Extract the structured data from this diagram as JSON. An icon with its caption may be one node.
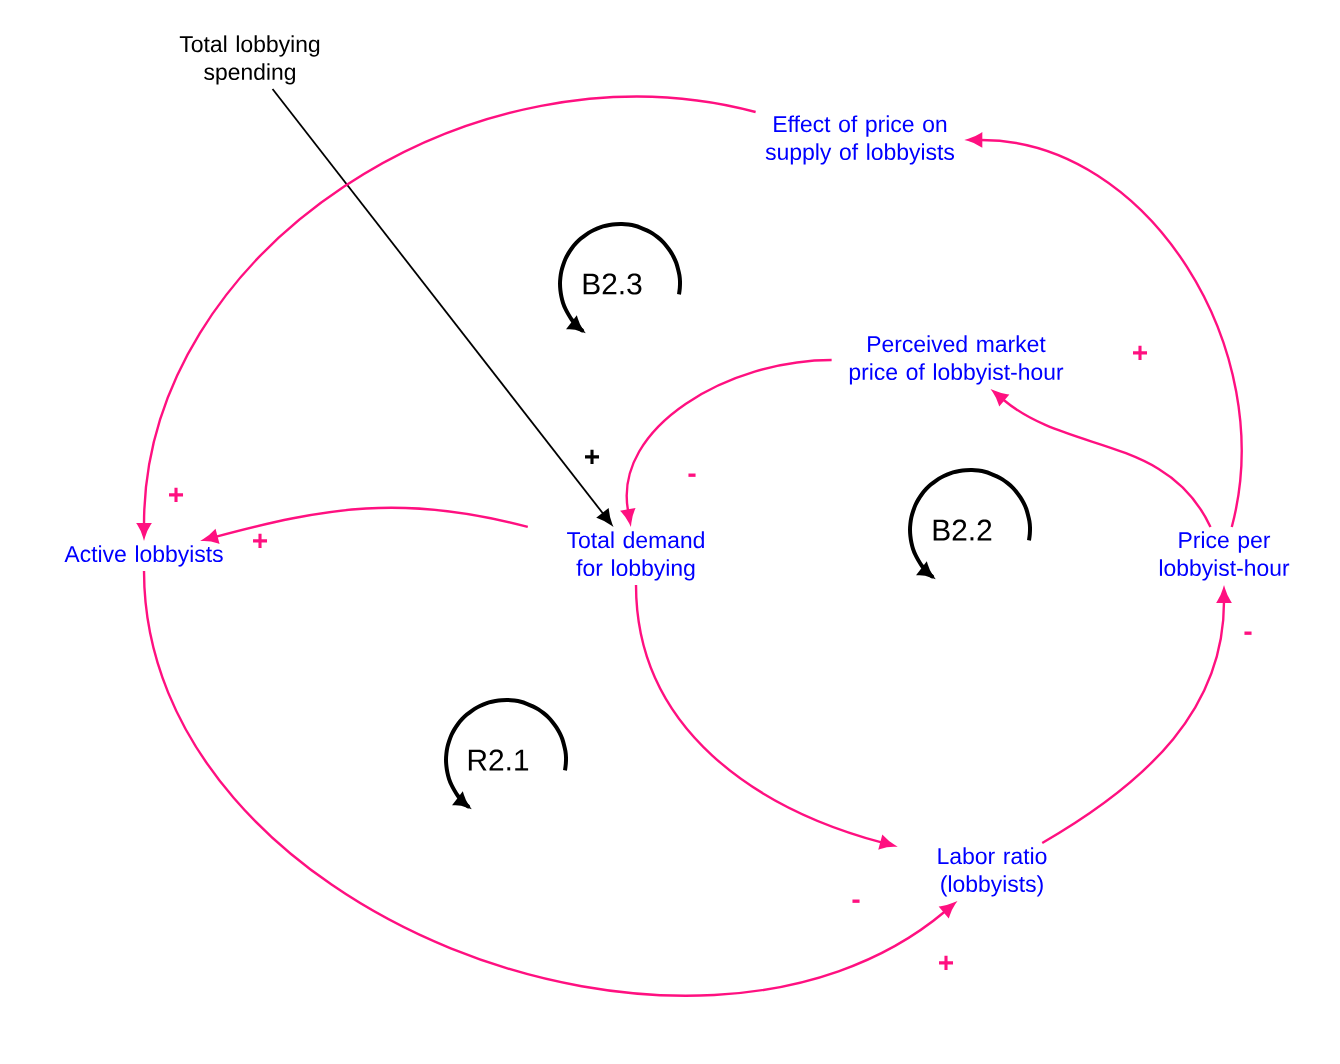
{
  "diagram": {
    "nodes": [
      {
        "text": [
          "Total lobbying spending"
        ]
      },
      {
        "text": [
          "Effect of price on supply of lobbyists"
        ]
      },
      {
        "text": [
          "Perceived market price of lobbyist-hour"
        ]
      },
      {
        "text": [
          "Active lobbyists"
        ]
      },
      {
        "text": [
          "Total demand for lobbying"
        ]
      },
      {
        "text": [
          "Price per lobbyist-hour"
        ]
      },
      {
        "text": [
          "Labor ratio (lobbyists)"
        ]
      }
    ],
    "edges": [
      {
        "from": 0,
        "to": 4,
        "arrow": "to",
        "label": "+",
        "color": "#000000"
      },
      {
        "from": 1,
        "to": 3,
        "arrow": "to",
        "label": "+"
      },
      {
        "from": 4,
        "to": 3,
        "arrow": "to",
        "label": "+"
      },
      {
        "from": 2,
        "to": 4,
        "arrow": "to",
        "label": "-"
      },
      {
        "from": 5,
        "to": 2,
        "arrow": "to",
        "label": "+"
      },
      {
        "from": 5,
        "to": 1,
        "arrow": "to"
      },
      {
        "from": 3,
        "to": 6,
        "arrow": "to",
        "label": "+"
      },
      {
        "from": 4,
        "to": 6,
        "arrow": "to",
        "label": "-"
      },
      {
        "from": 6,
        "to": 5,
        "arrow": "to",
        "label": "-"
      }
    ],
    "labels": [
      "B2.3",
      "B2.2",
      "R2.1"
    ]
  }
}
